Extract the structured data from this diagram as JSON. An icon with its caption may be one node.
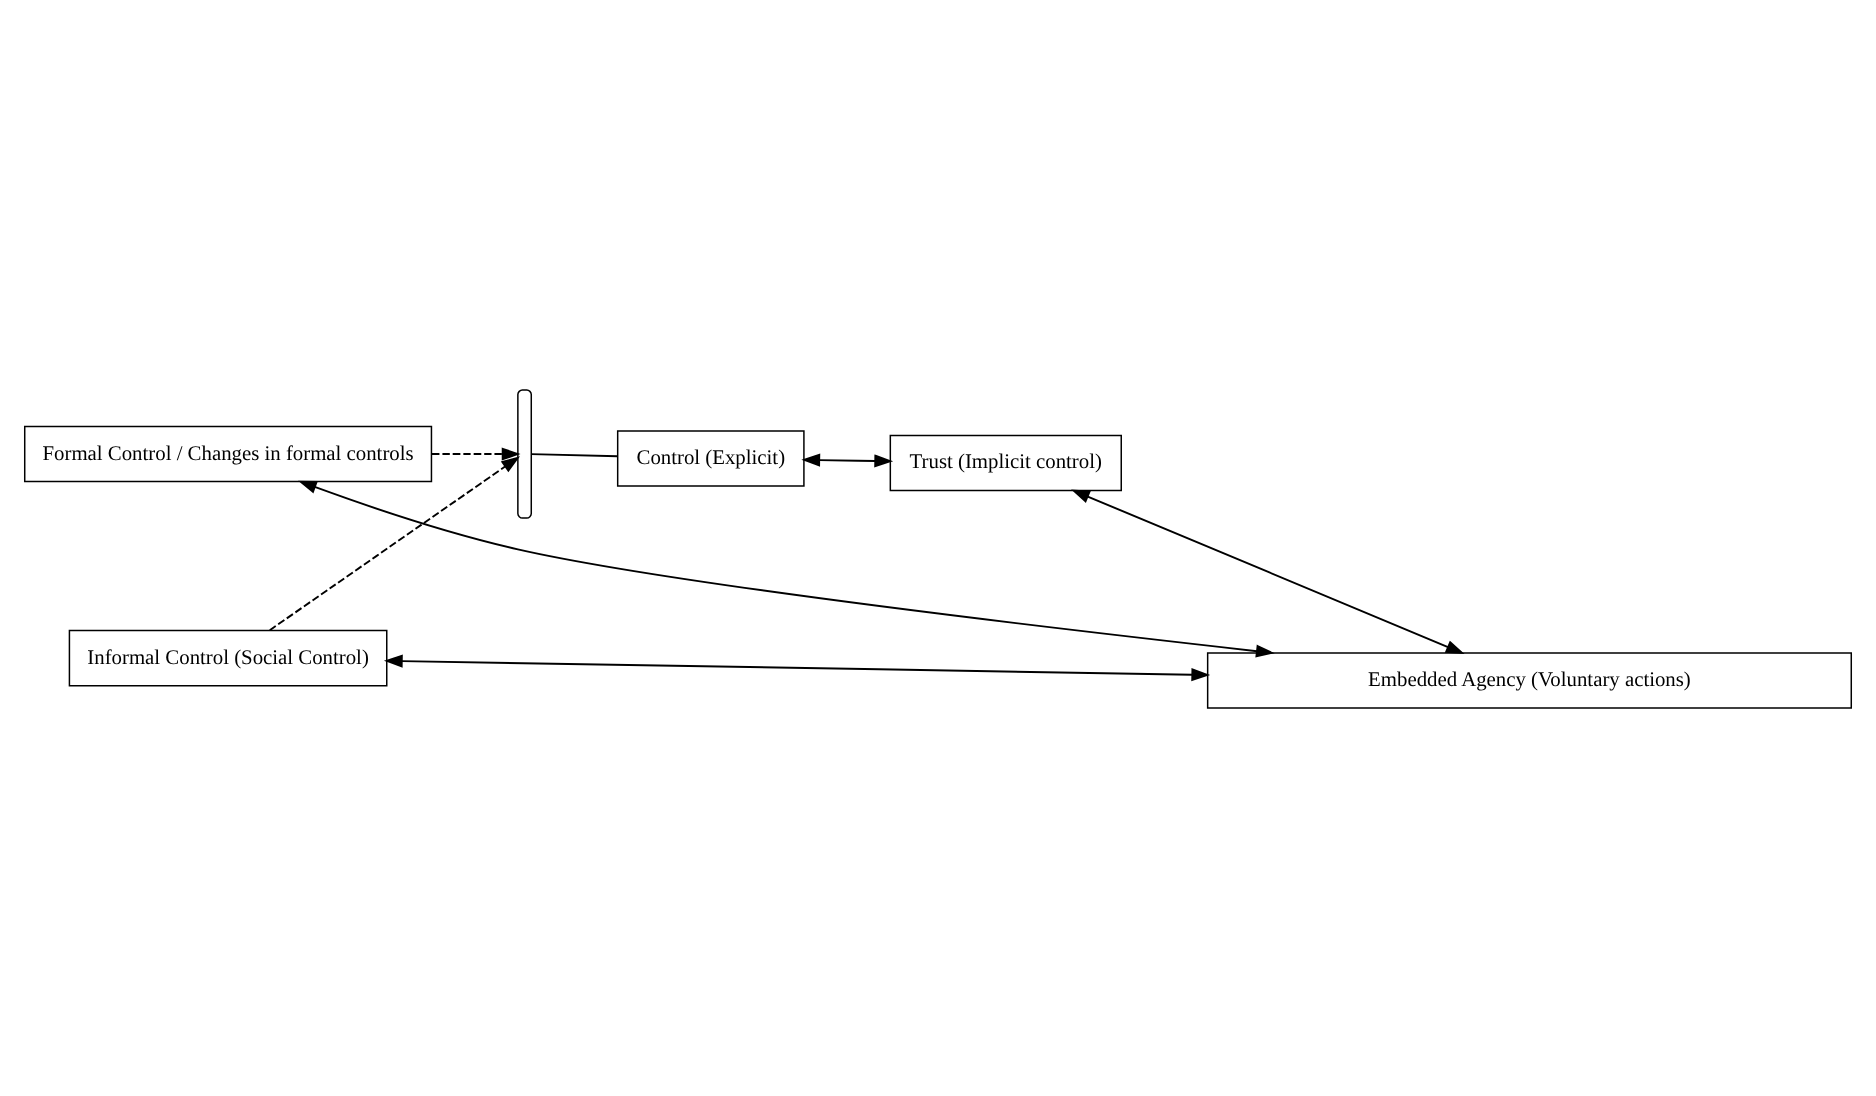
{
  "diagram": {
    "nodes": [
      {
        "text": [
          "Formal Control / Changes in formal controls"
        ]
      },
      {
        "text": [
          "Informal Control (Social Control)"
        ]
      },
      {
        "text": [],
        "shape": "bracket"
      },
      {
        "text": [
          "Control (Explicit)"
        ]
      },
      {
        "text": [
          "Trust (Implicit control)"
        ]
      },
      {
        "text": [
          "Embedded Agency (Voluntary actions)"
        ]
      }
    ],
    "edges": [
      {
        "from": 0,
        "to": 2,
        "arrow": "to",
        "style": "dashed"
      },
      {
        "from": 1,
        "to": 2,
        "arrow": "to",
        "style": "dashed"
      },
      {
        "from": 2,
        "to": 3,
        "arrow": "none"
      },
      {
        "from": 3,
        "to": 4,
        "arrow": "both"
      },
      {
        "from": 1,
        "to": 5,
        "arrow": "both"
      },
      {
        "from": 4,
        "to": 5,
        "arrow": "both"
      },
      {
        "from": 5,
        "to": 0,
        "arrow": "both"
      }
    ]
  }
}
